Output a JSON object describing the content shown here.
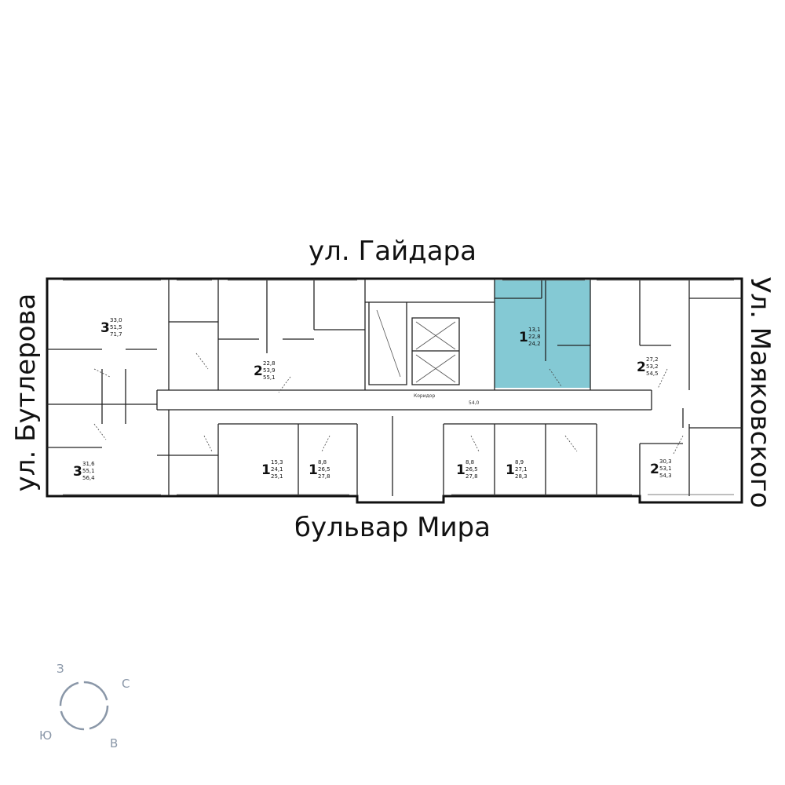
{
  "streets": {
    "top": "ул. Гайдара",
    "bottom": "бульвар Мира",
    "left": "ул. Бутлерова",
    "right": "Ул. Маяковского"
  },
  "corridor": {
    "label": "Коридор",
    "area": "54,0"
  },
  "highlight_color": "#6fbfcc",
  "apartments": [
    {
      "rooms": "3",
      "living": "33,0",
      "area": "51,5",
      "total": "71,7"
    },
    {
      "rooms": "2",
      "living": "22,8",
      "area": "53,9",
      "total": "55,1"
    },
    {
      "rooms": "1",
      "living": "13,1",
      "area": "22,8",
      "total": "24,2",
      "selected": true
    },
    {
      "rooms": "2",
      "living": "27,2",
      "area": "53,2",
      "total": "54,5"
    },
    {
      "rooms": "3",
      "living": "31,6",
      "area": "55,1",
      "total": "56,4"
    },
    {
      "rooms": "1",
      "living": "15,3",
      "area": "24,1",
      "total": "25,1"
    },
    {
      "rooms": "1",
      "living": "8,8",
      "area": "26,5",
      "total": "27,8"
    },
    {
      "rooms": "1",
      "living": "8,8",
      "area": "26,5",
      "total": "27,8"
    },
    {
      "rooms": "1",
      "living": "8,9",
      "area": "27,1",
      "total": "28,3"
    },
    {
      "rooms": "2",
      "living": "30,3",
      "area": "53,1",
      "total": "54,3"
    }
  ],
  "compass": {
    "north": "С",
    "east": "В",
    "south": "Ю",
    "west": "З"
  }
}
